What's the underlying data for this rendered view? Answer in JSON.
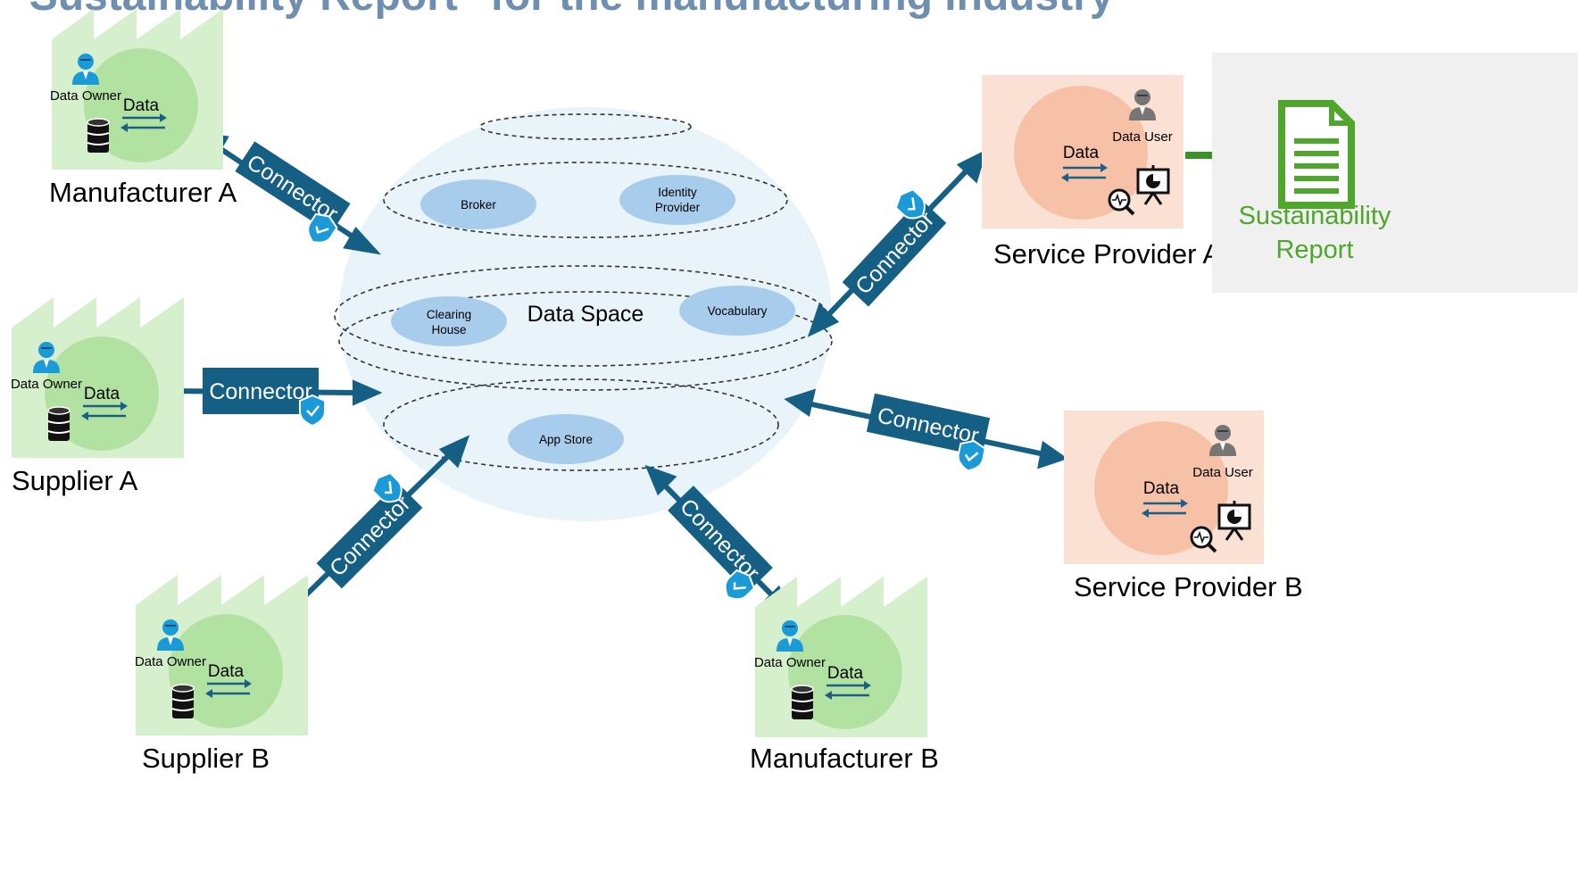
{
  "title": "e \"Sustainability Report\" for the manufacturing industry",
  "data_space": {
    "label": "Data Space",
    "components": [
      "Broker",
      "Identity",
      "Provider",
      "Clearing",
      "House",
      "Vocabulary",
      "App Store"
    ]
  },
  "participants": {
    "manufacturer_a": {
      "name": "Manufacturer A",
      "role": "Data Owner",
      "data": "Data"
    },
    "supplier_a": {
      "name": "Supplier A",
      "role": "Data Owner",
      "data": "Data"
    },
    "supplier_b": {
      "name": "Supplier B",
      "role": "Data Owner",
      "data": "Data"
    },
    "manufacturer_b": {
      "name": "Manufacturer B",
      "role": "Data Owner",
      "data": "Data"
    },
    "service_provider_a": {
      "name": "Service Provider A",
      "role": "Data User",
      "data": "Data"
    },
    "service_provider_b": {
      "name": "Service Provider B",
      "role": "Data User",
      "data": "Data"
    }
  },
  "connector_label": "Connector",
  "report": {
    "line1": "Sustainability",
    "line2": "Report"
  },
  "colors": {
    "owner_bg": "#d6f0cd",
    "owner_circle": "#b2e2a1",
    "user_bg": "#fbe0d4",
    "user_circle": "#f6c1a7",
    "connector": "#155f85",
    "globe": "#e8f3fa",
    "ellipse_fill": "#a8cceb",
    "report_green": "#4ea72c",
    "title": "#6f8fb1",
    "person_blue": "#1a9ad6"
  },
  "icons": [
    "factory-icon",
    "person-icon",
    "database-icon",
    "data-arrows-icon",
    "presentation-chart-icon",
    "magnifier-icon",
    "shield-check-icon",
    "document-icon",
    "arrow-icon"
  ]
}
